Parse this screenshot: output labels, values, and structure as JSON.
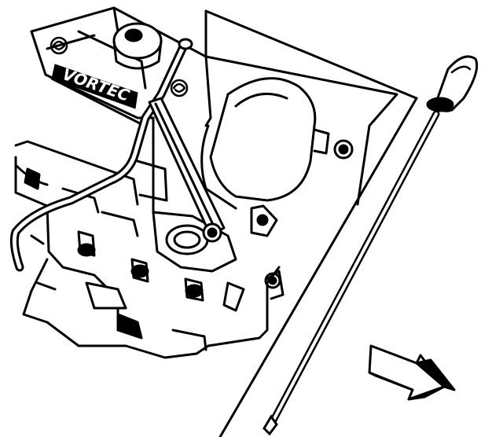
{
  "diagram": {
    "engine_badge_text": "VORTEC",
    "colors": {
      "ink": "#000000",
      "paper": "#ffffff"
    },
    "parts": [
      {
        "name": "dipstick",
        "icon": "dipstick-icon"
      },
      {
        "name": "dipstick-tube",
        "icon": "tube-icon"
      },
      {
        "name": "tube-bracket-bolt",
        "icon": "bolt-icon"
      },
      {
        "name": "exhaust-manifold-studs",
        "icon": "bolt-icon"
      },
      {
        "name": "direction-arrow",
        "icon": "arrow-icon"
      }
    ]
  }
}
